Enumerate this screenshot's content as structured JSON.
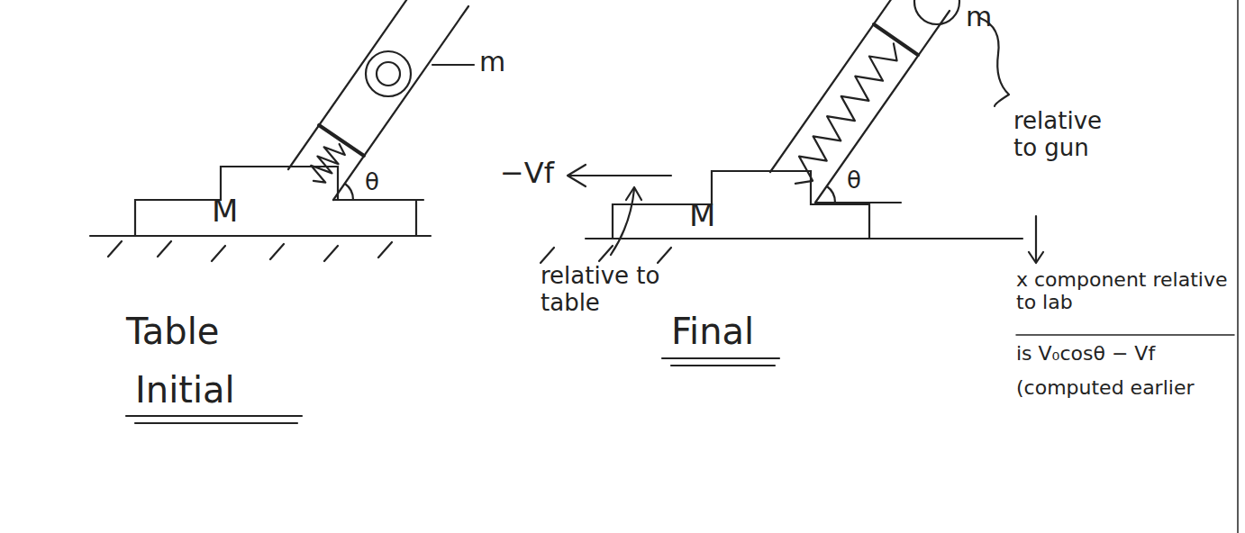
{
  "diagram": {
    "nodes": [
      {
        "text": [
          "M"
        ]
      },
      {
        "text": [
          "M"
        ]
      }
    ],
    "labels": [
      "m",
      "θ",
      "Table",
      "Initial",
      "−Vf",
      "relative to table",
      "Final",
      "θ",
      "m",
      "relative to gun",
      "x component relative to lab",
      "is V₀cosθ − Vf",
      "(computed earlier"
    ]
  }
}
